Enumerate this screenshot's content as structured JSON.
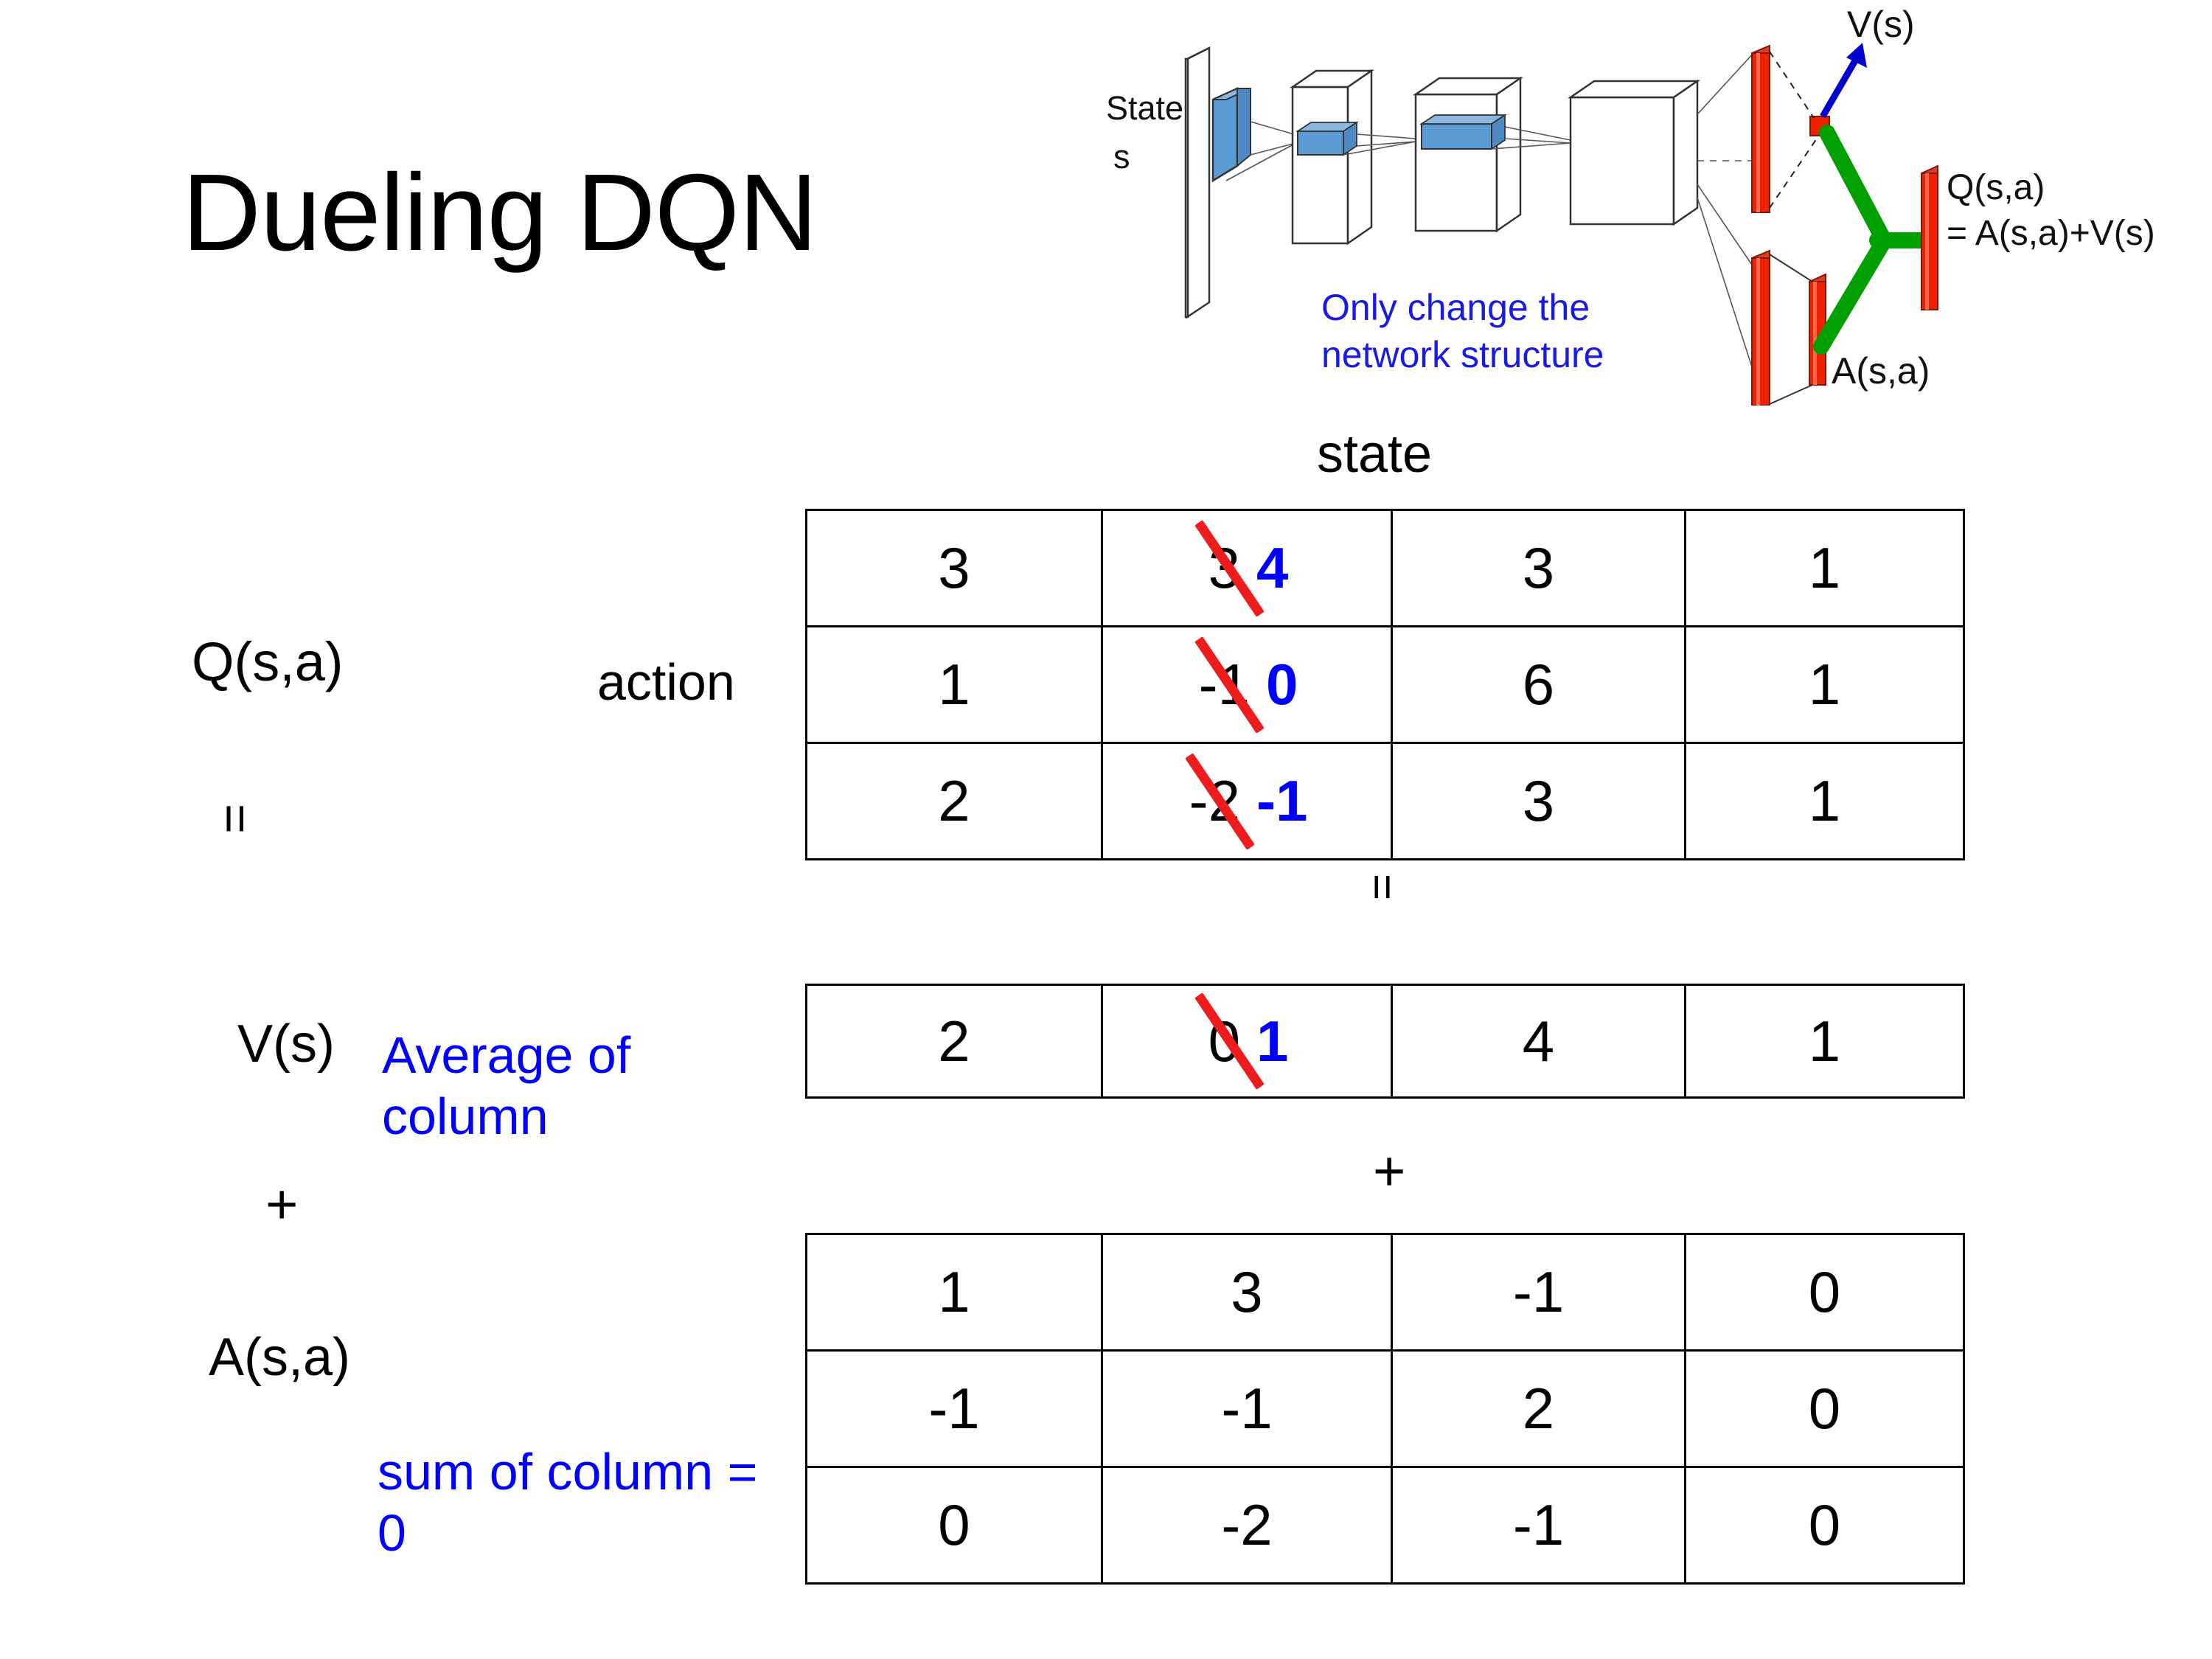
{
  "slide": {
    "title": "Dueling DQN"
  },
  "diagram": {
    "state_label_line1": "State",
    "state_label_line2": "s",
    "note_line1": "Only change the",
    "note_line2": "network structure",
    "v_label": "V(s)",
    "a_label": "A(s,a)",
    "q_label_line1": "Q(s,a)",
    "q_label_line2": "= A(s,a)+V(s)",
    "colors": {
      "note": "#1a1ae6",
      "arrow": "#0000cc",
      "bar": "#ee2200",
      "merge": "#00a000",
      "layer": "#5b9bd5"
    }
  },
  "labels": {
    "state": "state",
    "action": "action",
    "q": "Q(s,a)",
    "v": "V(s)",
    "a": "A(s,a)",
    "equals_1": "=",
    "equals_2": "=",
    "plus_1": "+",
    "plus_2": "+",
    "average_of_column": "Average of column",
    "sum_of_column": "sum of column = 0",
    "annotation_color": "#0000ff"
  },
  "chart_data": {
    "type": "table",
    "title": "Dueling DQN value decomposition Q(s,a) = V(s) + A(s,a)",
    "xlabel": "state",
    "ylabel": "action",
    "tables": [
      {
        "name": "Q(s,a)",
        "rows": 3,
        "cols": 4,
        "values": [
          [
            "3",
            "3",
            "3",
            "1"
          ],
          [
            "1",
            "-1",
            "6",
            "1"
          ],
          [
            "2",
            "-2",
            "3",
            "1"
          ]
        ],
        "edits": [
          {
            "row": 0,
            "col": 1,
            "old": "3",
            "new": "4"
          },
          {
            "row": 1,
            "col": 1,
            "old": "-1",
            "new": "0"
          },
          {
            "row": 2,
            "col": 1,
            "old": "-2",
            "new": "-1"
          }
        ]
      },
      {
        "name": "V(s)",
        "rows": 1,
        "cols": 4,
        "values": [
          [
            "2",
            "0",
            "4",
            "1"
          ]
        ],
        "edits": [
          {
            "row": 0,
            "col": 1,
            "old": "0",
            "new": "1"
          }
        ]
      },
      {
        "name": "A(s,a)",
        "rows": 3,
        "cols": 4,
        "values": [
          [
            "1",
            "3",
            "-1",
            "0"
          ],
          [
            "-1",
            "-1",
            "2",
            "0"
          ],
          [
            "0",
            "-2",
            "-1",
            "0"
          ]
        ],
        "edits": []
      }
    ]
  }
}
